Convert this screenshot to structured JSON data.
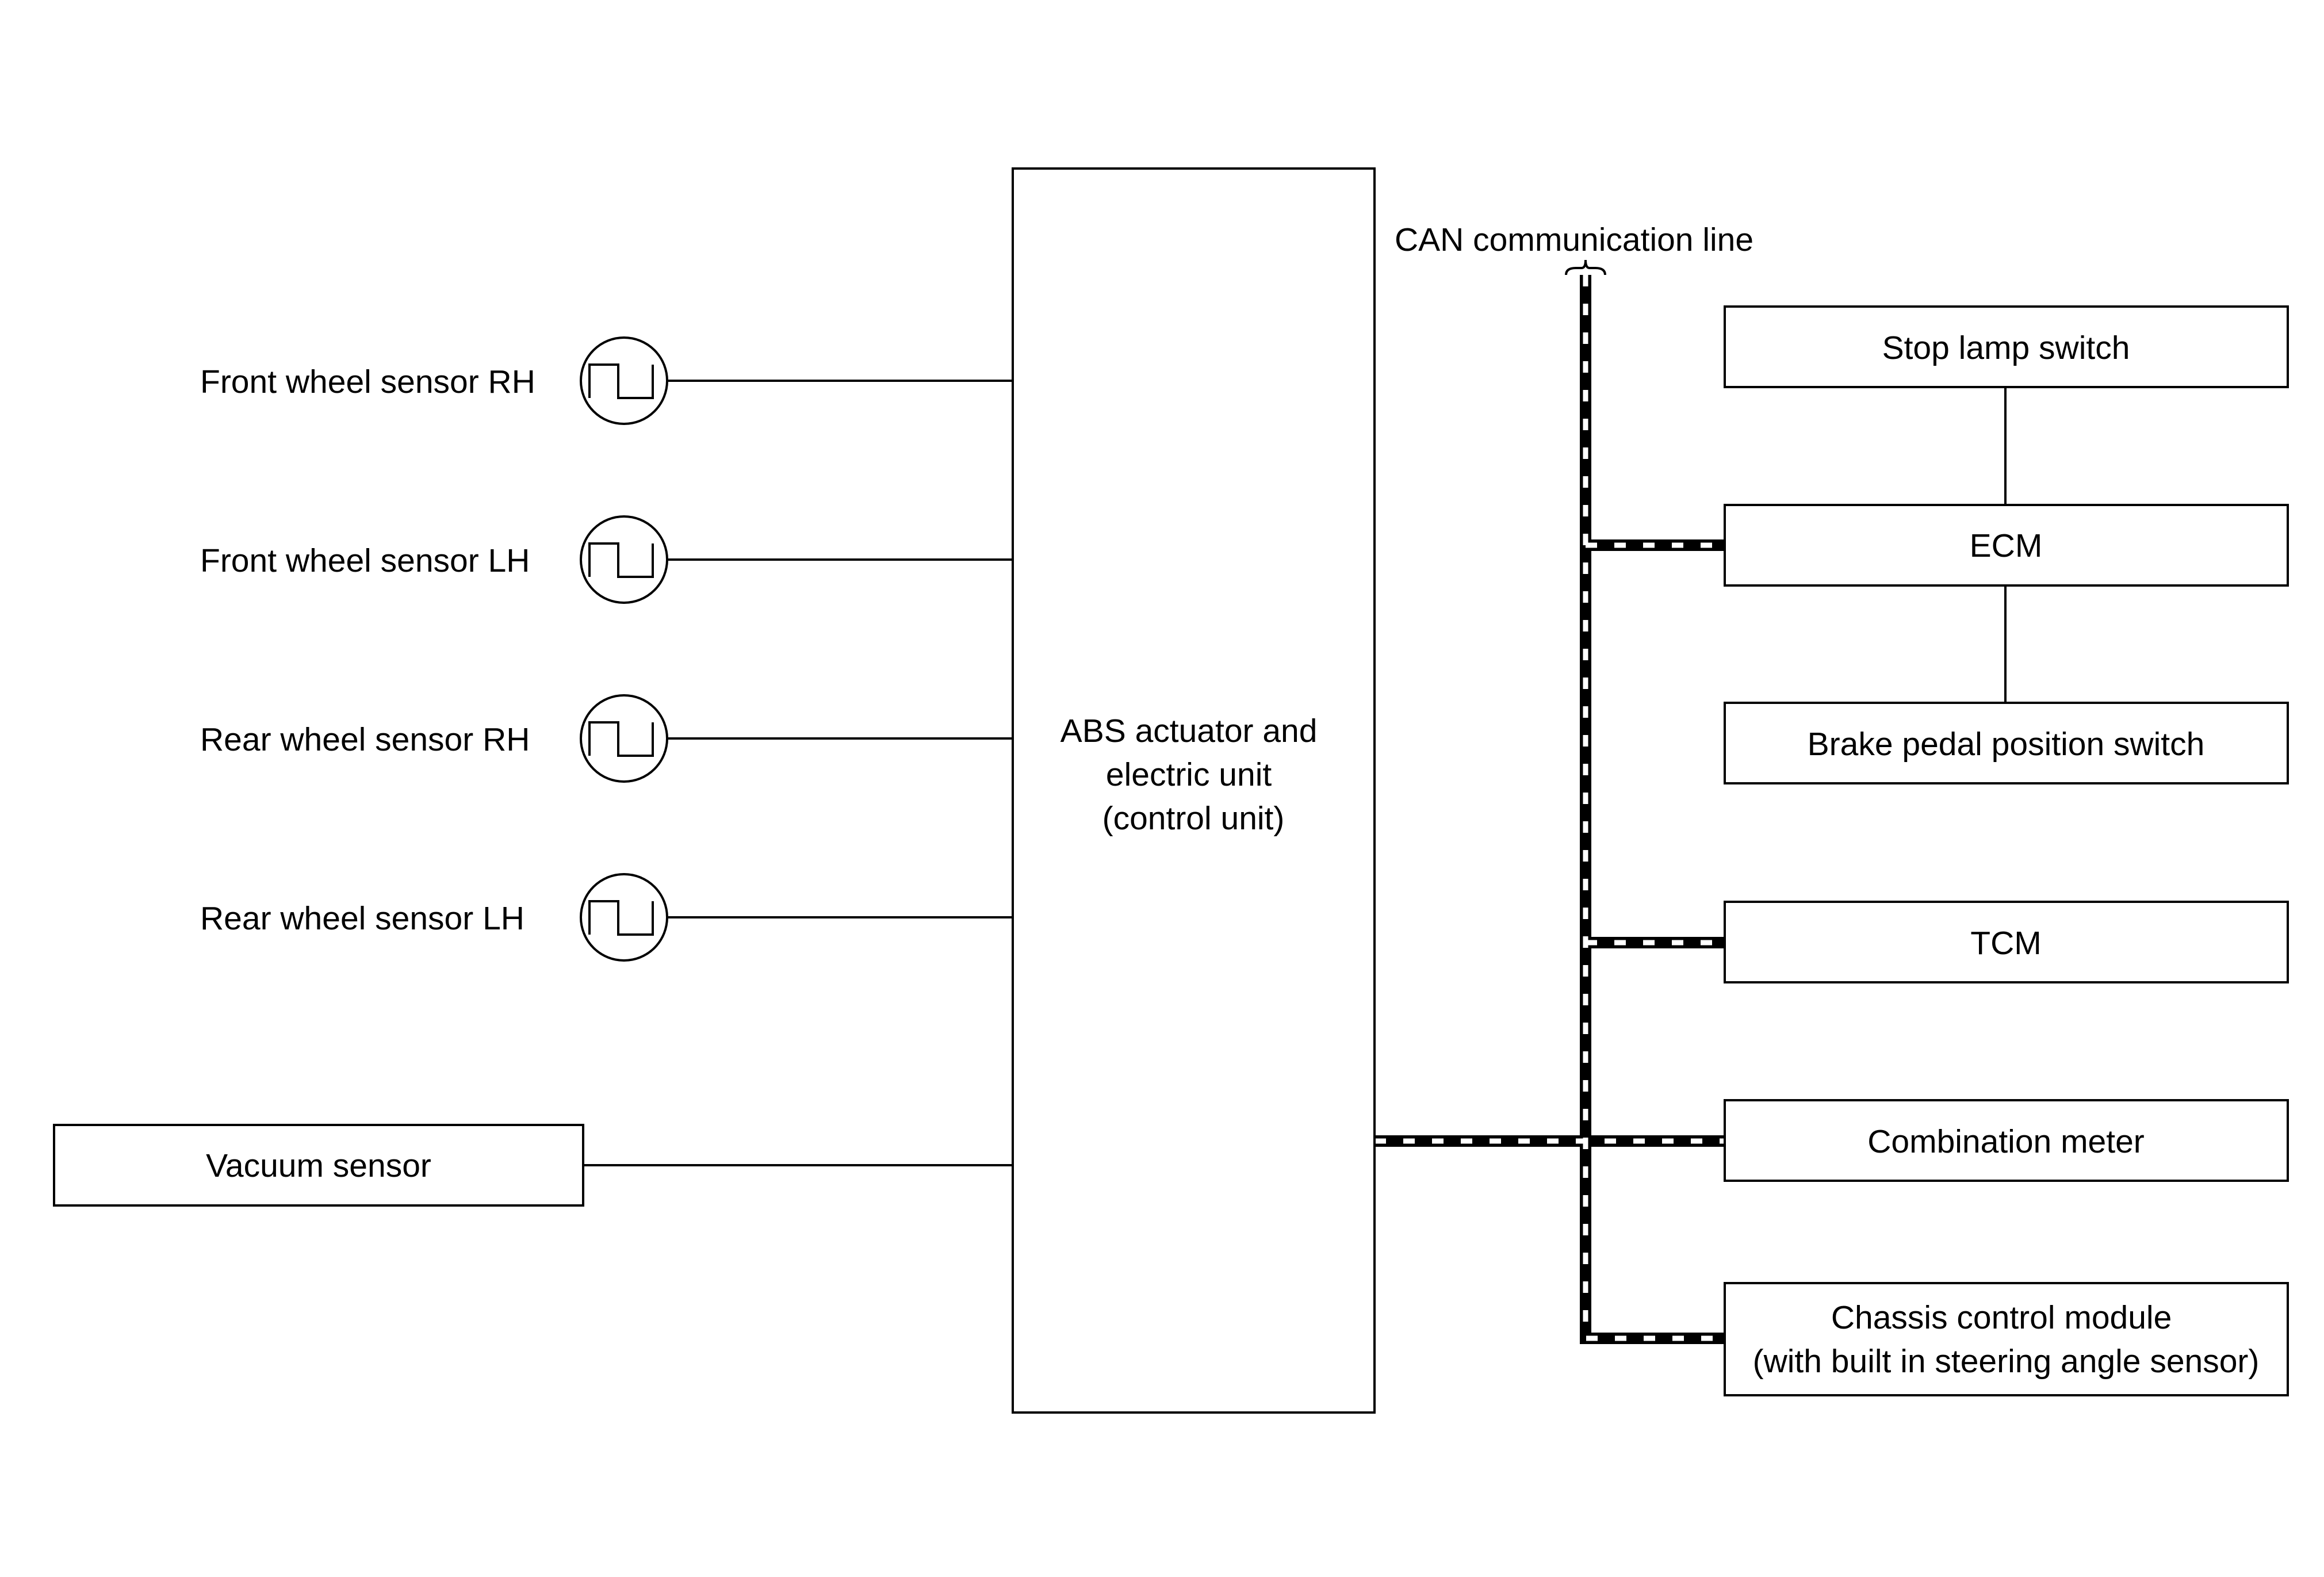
{
  "can_line_label": "CAN communication line",
  "control_unit": {
    "lines": [
      "ABS actuator and",
      "electric unit",
      "(control unit)"
    ]
  },
  "sensors": [
    {
      "label": "Front wheel sensor RH",
      "icon": "wheel-sensor-pulse-icon"
    },
    {
      "label": "Front wheel sensor LH",
      "icon": "wheel-sensor-pulse-icon"
    },
    {
      "label": "Rear wheel sensor RH",
      "icon": "wheel-sensor-pulse-icon"
    },
    {
      "label": "Rear wheel sensor LH",
      "icon": "wheel-sensor-pulse-icon"
    }
  ],
  "vacuum_sensor": {
    "label": "Vacuum sensor"
  },
  "modules": {
    "stop_lamp_switch": {
      "label": "Stop lamp switch"
    },
    "ecm": {
      "label": "ECM"
    },
    "brake_pedal_switch": {
      "label": "Brake pedal position switch"
    },
    "tcm": {
      "label": "TCM"
    },
    "combination_meter": {
      "label": "Combination meter"
    },
    "chassis_control_module": {
      "line1": "Chassis control module",
      "line2": "(with built in steering angle sensor)"
    }
  }
}
